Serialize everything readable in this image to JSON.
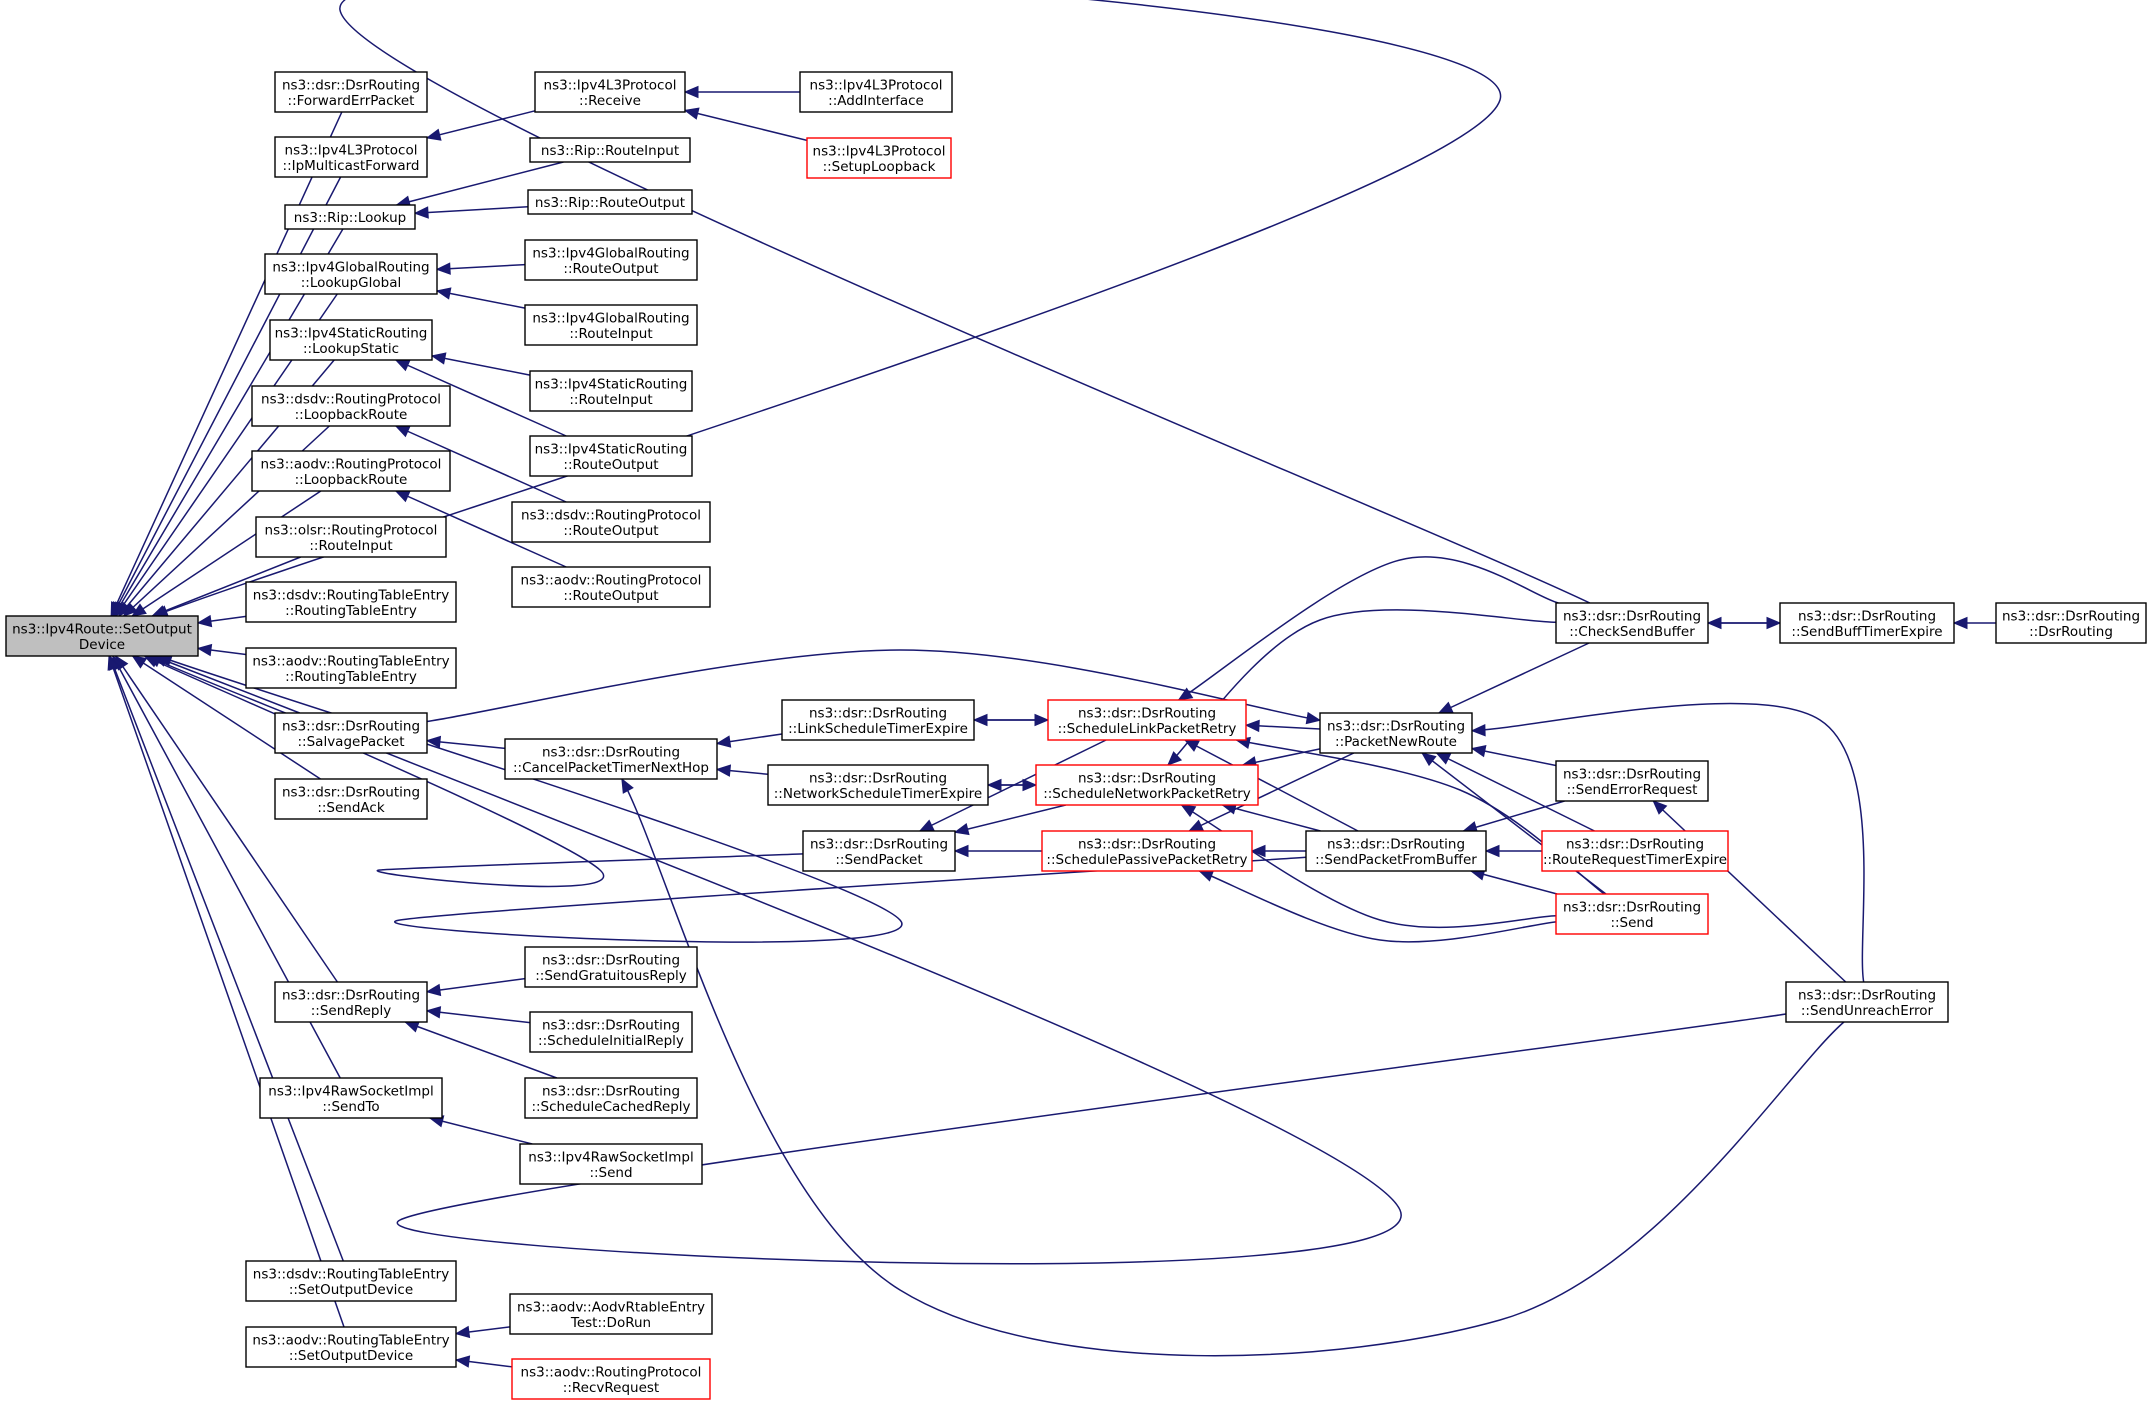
{
  "diagram": {
    "type": "doxygen-caller-graph",
    "colors": {
      "edge": "#191970",
      "root_fill": "#bfbfbf",
      "node_border": "#000000",
      "partial_node_border": "#ff0000"
    },
    "nodes": [
      {
        "id": "root",
        "lines": [
          "ns3::Ipv4Route::SetOutput",
          "Device"
        ],
        "root": true
      },
      {
        "id": "dsr_fwd_err",
        "lines": [
          "ns3::dsr::DsrRouting",
          "::ForwardErrPacket"
        ]
      },
      {
        "id": "ipv4l3_ipmulti",
        "lines": [
          "ns3::Ipv4L3Protocol",
          "::IpMulticastForward"
        ]
      },
      {
        "id": "rip_lookup",
        "lines": [
          "ns3::Rip::Lookup"
        ]
      },
      {
        "id": "ipv4global_lookup",
        "lines": [
          "ns3::Ipv4GlobalRouting",
          "::LookupGlobal"
        ]
      },
      {
        "id": "ipv4static_lookup",
        "lines": [
          "ns3::Ipv4StaticRouting",
          "::LookupStatic"
        ]
      },
      {
        "id": "dsdv_loopback",
        "lines": [
          "ns3::dsdv::RoutingProtocol",
          "::LoopbackRoute"
        ]
      },
      {
        "id": "aodv_loopback",
        "lines": [
          "ns3::aodv::RoutingProtocol",
          "::LoopbackRoute"
        ]
      },
      {
        "id": "olsr_routeinput",
        "lines": [
          "ns3::olsr::RoutingProtocol",
          "::RouteInput"
        ]
      },
      {
        "id": "dsdv_rte_ctor",
        "lines": [
          "ns3::dsdv::RoutingTableEntry",
          "::RoutingTableEntry"
        ]
      },
      {
        "id": "aodv_rte_ctor",
        "lines": [
          "ns3::aodv::RoutingTableEntry",
          "::RoutingTableEntry"
        ]
      },
      {
        "id": "dsr_salvage",
        "lines": [
          "ns3::dsr::DsrRouting",
          "::SalvagePacket"
        ]
      },
      {
        "id": "dsr_sendack",
        "lines": [
          "ns3::dsr::DsrRouting",
          "::SendAck"
        ]
      },
      {
        "id": "dsr_sendreply",
        "lines": [
          "ns3::dsr::DsrRouting",
          "::SendReply"
        ]
      },
      {
        "id": "ipv4raw_sendto",
        "lines": [
          "ns3::Ipv4RawSocketImpl",
          "::SendTo"
        ]
      },
      {
        "id": "dsdv_rte_setout",
        "lines": [
          "ns3::dsdv::RoutingTableEntry",
          "::SetOutputDevice"
        ]
      },
      {
        "id": "aodv_rte_setout",
        "lines": [
          "ns3::aodv::RoutingTableEntry",
          "::SetOutputDevice"
        ]
      },
      {
        "id": "ipv4l3_receive",
        "lines": [
          "ns3::Ipv4L3Protocol",
          "::Receive"
        ]
      },
      {
        "id": "rip_routeinput",
        "lines": [
          "ns3::Rip::RouteInput"
        ]
      },
      {
        "id": "rip_routeoutput",
        "lines": [
          "ns3::Rip::RouteOutput"
        ]
      },
      {
        "id": "ipv4global_routeoutput",
        "lines": [
          "ns3::Ipv4GlobalRouting",
          "::RouteOutput"
        ]
      },
      {
        "id": "ipv4global_routeinput",
        "lines": [
          "ns3::Ipv4GlobalRouting",
          "::RouteInput"
        ]
      },
      {
        "id": "ipv4static_routeinput",
        "lines": [
          "ns3::Ipv4StaticRouting",
          "::RouteInput"
        ]
      },
      {
        "id": "ipv4static_routeoutput",
        "lines": [
          "ns3::Ipv4StaticRouting",
          "::RouteOutput"
        ]
      },
      {
        "id": "dsdv_routeoutput",
        "lines": [
          "ns3::dsdv::RoutingProtocol",
          "::RouteOutput"
        ]
      },
      {
        "id": "aodv_routeoutput",
        "lines": [
          "ns3::aodv::RoutingProtocol",
          "::RouteOutput"
        ]
      },
      {
        "id": "dsr_cancel",
        "lines": [
          "ns3::dsr::DsrRouting",
          "::CancelPacketTimerNextHop"
        ]
      },
      {
        "id": "dsr_sendpacket",
        "lines": [
          "ns3::dsr::DsrRouting",
          "::SendPacket"
        ]
      },
      {
        "id": "dsr_sendgratuitous",
        "lines": [
          "ns3::dsr::DsrRouting",
          "::SendGratuitousReply"
        ]
      },
      {
        "id": "dsr_schedinitial",
        "lines": [
          "ns3::dsr::DsrRouting",
          "::ScheduleInitialReply"
        ]
      },
      {
        "id": "dsr_schedcached",
        "lines": [
          "ns3::dsr::DsrRouting",
          "::ScheduleCachedReply"
        ]
      },
      {
        "id": "ipv4raw_send",
        "lines": [
          "ns3::Ipv4RawSocketImpl",
          "::Send"
        ]
      },
      {
        "id": "aodv_dorun",
        "lines": [
          "ns3::aodv::AodvRtableEntry",
          "Test::DoRun"
        ]
      },
      {
        "id": "aodv_recvrequest",
        "lines": [
          "ns3::aodv::RoutingProtocol",
          "::RecvRequest"
        ],
        "partial": true
      },
      {
        "id": "ipv4l3_addif",
        "lines": [
          "ns3::Ipv4L3Protocol",
          "::AddInterface"
        ]
      },
      {
        "id": "ipv4l3_setuploop",
        "lines": [
          "ns3::Ipv4L3Protocol",
          "::SetupLoopback"
        ],
        "partial": true
      },
      {
        "id": "dsr_linktimer",
        "lines": [
          "ns3::dsr::DsrRouting",
          "::LinkScheduleTimerExpire"
        ]
      },
      {
        "id": "dsr_nettimer",
        "lines": [
          "ns3::dsr::DsrRouting",
          "::NetworkScheduleTimerExpire"
        ]
      },
      {
        "id": "dsr_schedlink",
        "lines": [
          "ns3::dsr::DsrRouting",
          "::ScheduleLinkPacketRetry"
        ],
        "partial": true
      },
      {
        "id": "dsr_schednet",
        "lines": [
          "ns3::dsr::DsrRouting",
          "::ScheduleNetworkPacketRetry"
        ],
        "partial": true
      },
      {
        "id": "dsr_schedpass",
        "lines": [
          "ns3::dsr::DsrRouting",
          "::SchedulePassivePacketRetry"
        ],
        "partial": true
      },
      {
        "id": "dsr_packetnewroute",
        "lines": [
          "ns3::dsr::DsrRouting",
          "::PacketNewRoute"
        ]
      },
      {
        "id": "dsr_sendfrombuffer",
        "lines": [
          "ns3::dsr::DsrRouting",
          "::SendPacketFromBuffer"
        ]
      },
      {
        "id": "dsr_checksendbuffer",
        "lines": [
          "ns3::dsr::DsrRouting",
          "::CheckSendBuffer"
        ]
      },
      {
        "id": "dsr_senderrorreq",
        "lines": [
          "ns3::dsr::DsrRouting",
          "::SendErrorRequest"
        ]
      },
      {
        "id": "dsr_rreqtimer",
        "lines": [
          "ns3::dsr::DsrRouting",
          "::RouteRequestTimerExpire"
        ],
        "partial": true
      },
      {
        "id": "dsr_send",
        "lines": [
          "ns3::dsr::DsrRouting",
          "::Send"
        ],
        "partial": true
      },
      {
        "id": "dsr_sendunreach",
        "lines": [
          "ns3::dsr::DsrRouting",
          "::SendUnreachError"
        ]
      },
      {
        "id": "dsr_sendbufftimer",
        "lines": [
          "ns3::dsr::DsrRouting",
          "::SendBuffTimerExpire"
        ]
      },
      {
        "id": "dsr_ctor",
        "lines": [
          "ns3::dsr::DsrRouting",
          "::DsrRouting"
        ]
      }
    ],
    "edges": [
      {
        "from": "dsr_fwd_err",
        "to": "root"
      },
      {
        "from": "ipv4l3_ipmulti",
        "to": "root"
      },
      {
        "from": "rip_lookup",
        "to": "root"
      },
      {
        "from": "ipv4global_lookup",
        "to": "root"
      },
      {
        "from": "ipv4static_lookup",
        "to": "root"
      },
      {
        "from": "dsdv_loopback",
        "to": "root"
      },
      {
        "from": "aodv_loopback",
        "to": "root"
      },
      {
        "from": "olsr_routeinput",
        "to": "root"
      },
      {
        "from": "dsdv_rte_ctor",
        "to": "root"
      },
      {
        "from": "aodv_rte_ctor",
        "to": "root"
      },
      {
        "from": "dsr_salvage",
        "to": "root"
      },
      {
        "from": "dsr_sendack",
        "to": "root"
      },
      {
        "from": "dsr_sendreply",
        "to": "root"
      },
      {
        "from": "ipv4raw_sendto",
        "to": "root"
      },
      {
        "from": "dsdv_rte_setout",
        "to": "root"
      },
      {
        "from": "aodv_rte_setout",
        "to": "root"
      },
      {
        "from": "dsr_checksendbuffer",
        "to": "root"
      },
      {
        "from": "dsr_sendpacket",
        "to": "root"
      },
      {
        "from": "dsr_sendfrombuffer",
        "to": "root"
      },
      {
        "from": "dsr_sendunreach",
        "to": "root"
      },
      {
        "from": "ipv4l3_receive",
        "to": "ipv4l3_ipmulti"
      },
      {
        "from": "rip_routeinput",
        "to": "rip_lookup"
      },
      {
        "from": "rip_routeoutput",
        "to": "rip_lookup"
      },
      {
        "from": "ipv4global_routeoutput",
        "to": "ipv4global_lookup"
      },
      {
        "from": "ipv4global_routeinput",
        "to": "ipv4global_lookup"
      },
      {
        "from": "ipv4static_routeinput",
        "to": "ipv4static_lookup"
      },
      {
        "from": "ipv4static_routeoutput",
        "to": "ipv4static_lookup"
      },
      {
        "from": "dsdv_routeoutput",
        "to": "dsdv_loopback"
      },
      {
        "from": "aodv_routeoutput",
        "to": "aodv_loopback"
      },
      {
        "from": "dsr_cancel",
        "to": "dsr_salvage"
      },
      {
        "from": "dsr_sendgratuitous",
        "to": "dsr_sendreply"
      },
      {
        "from": "dsr_schedinitial",
        "to": "dsr_sendreply"
      },
      {
        "from": "dsr_schedcached",
        "to": "dsr_sendreply"
      },
      {
        "from": "ipv4raw_send",
        "to": "ipv4raw_sendto"
      },
      {
        "from": "aodv_dorun",
        "to": "aodv_rte_setout"
      },
      {
        "from": "aodv_recvrequest",
        "to": "aodv_rte_setout"
      },
      {
        "from": "ipv4l3_addif",
        "to": "ipv4l3_receive"
      },
      {
        "from": "ipv4l3_setuploop",
        "to": "ipv4l3_receive"
      },
      {
        "from": "dsr_salvage",
        "to": "dsr_packetnewroute"
      },
      {
        "from": "dsr_linktimer",
        "to": "dsr_cancel"
      },
      {
        "from": "dsr_nettimer",
        "to": "dsr_cancel"
      },
      {
        "from": "dsr_sendunreach",
        "to": "dsr_cancel"
      },
      {
        "from": "dsr_schedlink",
        "to": "dsr_linktimer"
      },
      {
        "from": "dsr_linktimer",
        "to": "dsr_schedlink"
      },
      {
        "from": "dsr_schednet",
        "to": "dsr_nettimer"
      },
      {
        "from": "dsr_nettimer",
        "to": "dsr_schednet"
      },
      {
        "from": "dsr_schedlink",
        "to": "dsr_sendpacket"
      },
      {
        "from": "dsr_schednet",
        "to": "dsr_sendpacket"
      },
      {
        "from": "dsr_schedpass",
        "to": "dsr_sendpacket"
      },
      {
        "from": "dsr_checksendbuffer",
        "to": "dsr_schedlink"
      },
      {
        "from": "dsr_packetnewroute",
        "to": "dsr_schedlink"
      },
      {
        "from": "dsr_sendfrombuffer",
        "to": "dsr_schedlink"
      },
      {
        "from": "dsr_send",
        "to": "dsr_schedlink"
      },
      {
        "from": "dsr_checksendbuffer",
        "to": "dsr_schednet"
      },
      {
        "from": "dsr_packetnewroute",
        "to": "dsr_schednet"
      },
      {
        "from": "dsr_sendfrombuffer",
        "to": "dsr_schednet"
      },
      {
        "from": "dsr_send",
        "to": "dsr_schednet"
      },
      {
        "from": "dsr_packetnewroute",
        "to": "dsr_schedpass"
      },
      {
        "from": "dsr_sendfrombuffer",
        "to": "dsr_schedpass"
      },
      {
        "from": "dsr_send",
        "to": "dsr_schedpass"
      },
      {
        "from": "dsr_checksendbuffer",
        "to": "dsr_packetnewroute"
      },
      {
        "from": "dsr_senderrorreq",
        "to": "dsr_packetnewroute"
      },
      {
        "from": "dsr_rreqtimer",
        "to": "dsr_packetnewroute"
      },
      {
        "from": "dsr_send",
        "to": "dsr_packetnewroute"
      },
      {
        "from": "dsr_sendunreach",
        "to": "dsr_packetnewroute"
      },
      {
        "from": "dsr_senderrorreq",
        "to": "dsr_sendfrombuffer"
      },
      {
        "from": "dsr_rreqtimer",
        "to": "dsr_sendfrombuffer"
      },
      {
        "from": "dsr_send",
        "to": "dsr_sendfrombuffer"
      },
      {
        "from": "dsr_sendbufftimer",
        "to": "dsr_checksendbuffer"
      },
      {
        "from": "dsr_checksendbuffer",
        "to": "dsr_sendbufftimer"
      },
      {
        "from": "dsr_ctor",
        "to": "dsr_sendbufftimer"
      },
      {
        "from": "dsr_sendunreach",
        "to": "dsr_senderrorreq"
      }
    ]
  }
}
